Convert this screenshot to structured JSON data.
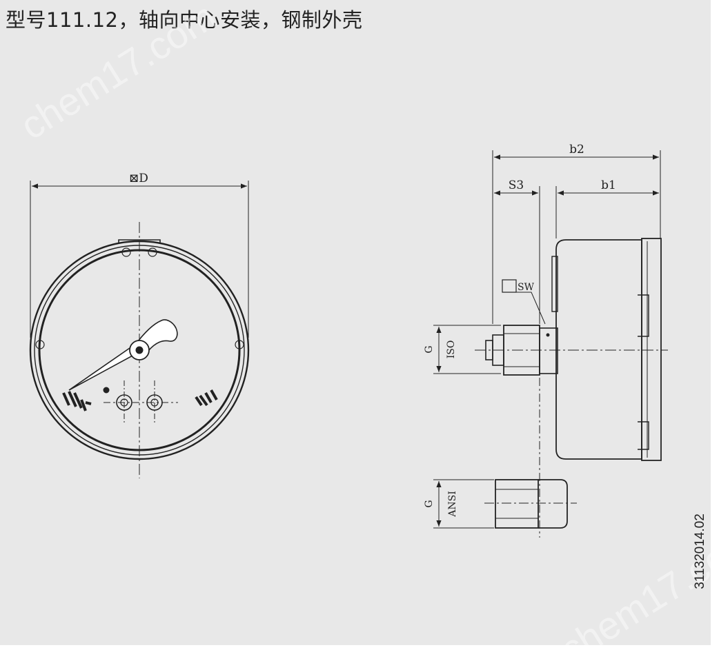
{
  "title": "型号111.12，轴向中心安装，钢制外壳",
  "drawing_number": "31132014.02",
  "watermark": "chem17.com",
  "front_view": {
    "diameter_label": "⊠D"
  },
  "side_view": {
    "dim_b2": "b2",
    "dim_b1": "b1",
    "dim_s3": "S3",
    "wrench_label": "SW",
    "thread_iso_g": "G",
    "thread_iso_std": "ISO",
    "thread_ansi_g": "G",
    "thread_ansi_std": "ANSI"
  },
  "colors": {
    "background": "#e8e8e8",
    "line": "#222222"
  }
}
